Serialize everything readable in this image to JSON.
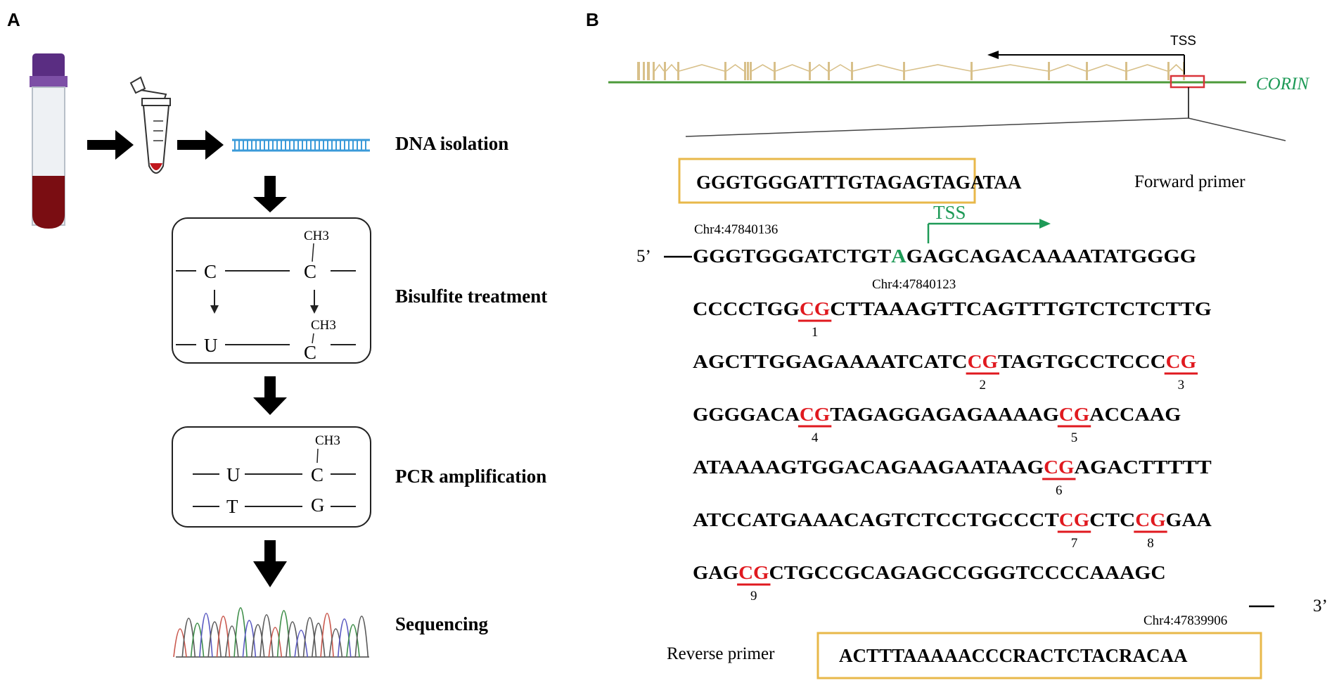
{
  "panel_a": {
    "letter": "A",
    "steps": [
      "DNA isolation",
      "Bisulfite treatment",
      "PCR amplification",
      "Sequencing"
    ],
    "bisulfite_box": {
      "top_left": "C",
      "top_right": "C",
      "bottom_left": "U",
      "bottom_right": "C",
      "methyl_top": "CH3",
      "methyl_bottom": "CH3"
    },
    "pcr_box": {
      "top_left": "U",
      "top_right": "C",
      "bottom_left": "T",
      "bottom_right": "G",
      "methyl": "CH3"
    }
  },
  "panel_b": {
    "letter": "B",
    "gene_label": "CORIN",
    "tss_top_label": "TSS",
    "tss_label": "TSS",
    "forward_primer": "GGGTGGGATTTGTAGAGTAGATAA",
    "forward_primer_label": "Forward primer",
    "reverse_primer": "ACTTTAAAAACCCRACTCTACRACAA",
    "reverse_primer_label": "Reverse primer",
    "coord_start": "Chr4:47840136",
    "coord_tss": "Chr4:47840123",
    "coord_end": "Chr4:47839906",
    "five_prime": "5’",
    "three_prime": "3’",
    "sequence_lines": [
      [
        {
          "t": "GGGTGGGATCTGT"
        },
        {
          "t": "A",
          "c": "green"
        },
        {
          "t": "GAGCAGACAAAATATGGGG"
        }
      ],
      [
        {
          "t": "CCCCTGG"
        },
        {
          "t": "CG",
          "c": "red",
          "n": "1"
        },
        {
          "t": "CTTAAAGTTCAGTTTGTCTCTCTTG"
        }
      ],
      [
        {
          "t": "AGCTTGGAGAAAATCATC"
        },
        {
          "t": "CG",
          "c": "red",
          "n": "2"
        },
        {
          "t": "TAGTGCCTCCC"
        },
        {
          "t": "CG",
          "c": "red",
          "n": "3"
        }
      ],
      [
        {
          "t": "GGGGACA"
        },
        {
          "t": "CG",
          "c": "red",
          "n": "4"
        },
        {
          "t": "TAGAGGAGAGAAAAG"
        },
        {
          "t": "CG",
          "c": "red",
          "n": "5"
        },
        {
          "t": "ACCAAG"
        }
      ],
      [
        {
          "t": "ATAAAAGTGGACAGAAGAATAAG"
        },
        {
          "t": "CG",
          "c": "red",
          "n": "6"
        },
        {
          "t": "AGACTTTTT"
        }
      ],
      [
        {
          "t": "ATCCATGAAACAGTCTCCTGCCCT"
        },
        {
          "t": "CG",
          "c": "red",
          "n": "7"
        },
        {
          "t": "CTC"
        },
        {
          "t": "CG",
          "c": "red",
          "n": "8"
        },
        {
          "t": "GAA"
        }
      ],
      [
        {
          "t": "GAG"
        },
        {
          "t": "CG",
          "c": "red",
          "n": "9"
        },
        {
          "t": "CTGCCGCAGAGCCGGGTCCCCAAAGC"
        }
      ]
    ]
  },
  "colors": {
    "tube_cap": "#5a2d82",
    "blood": "#7a0d12",
    "dna": "#3a9ad9",
    "gene_line": "#4c9a3a",
    "exon": "#d8c08a",
    "primer_box": "#e8b84a",
    "cpg": "#e0191f",
    "tss": "#1e9a57",
    "red_box": "#d9343a"
  }
}
